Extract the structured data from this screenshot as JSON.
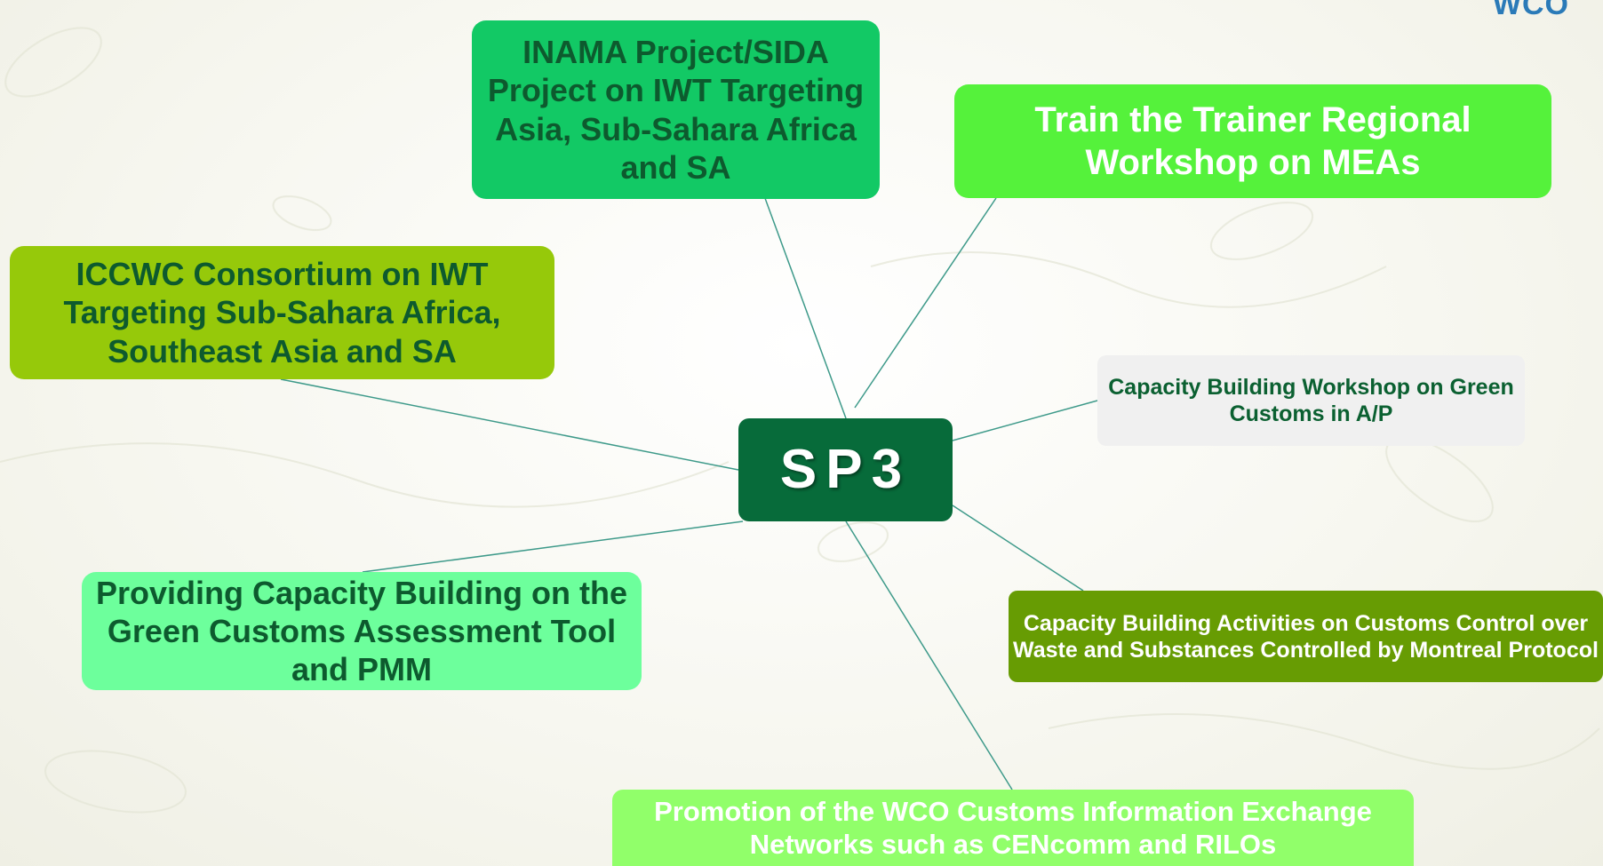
{
  "logo": {
    "text": "WCO"
  },
  "center": {
    "label": "SP3",
    "color": "#076b3a"
  },
  "nodes": {
    "inama": {
      "label": "INAMA Project/SIDA Project on IWT Targeting Asia, Sub-Sahara Africa and SA",
      "color": "#12c965"
    },
    "train": {
      "label": "Train the Trainer Regional Workshop on MEAs",
      "color": "#55f23b"
    },
    "iccwc": {
      "label": "ICCWC Consortium on IWT Targeting Sub-Sahara Africa, Southeast Asia and SA",
      "color": "#96c90a"
    },
    "capws": {
      "label": "Capacity Building Workshop on Green Customs in A/P",
      "color": "#f0f0f0"
    },
    "provide": {
      "label": "Providing Capacity Building on the Green Customs Assessment Tool and PMM",
      "color": "#6dff9c"
    },
    "capact": {
      "label": "Capacity Building Activities on Customs Control over Waste and Substances Controlled by Montreal Protocol",
      "color": "#679c03"
    },
    "promo": {
      "label": "Promotion of the WCO Customs Information Exchange Networks such as CENcomm and RILOs",
      "color": "#91ff6a"
    }
  },
  "connector_color": "#3e9a8a"
}
